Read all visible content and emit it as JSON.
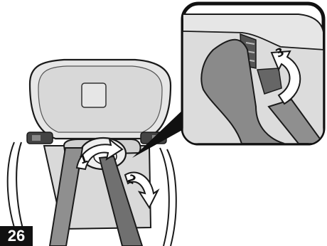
{
  "page_number": "26",
  "steps": [
    {
      "number": "1"
    },
    {
      "number": "2"
    },
    {
      "number": "3"
    }
  ],
  "colors": {
    "seat_fill": "#d9d9d9",
    "headrest_fill": "#e3e3e3",
    "strap_fill": "#8f8f8f",
    "dark_fill": "#5f5f5f",
    "outline": "#1a1a1a",
    "badge_bg": "#111111"
  },
  "icons": [
    "curved-arrow-icon",
    "magnifier-callout"
  ]
}
